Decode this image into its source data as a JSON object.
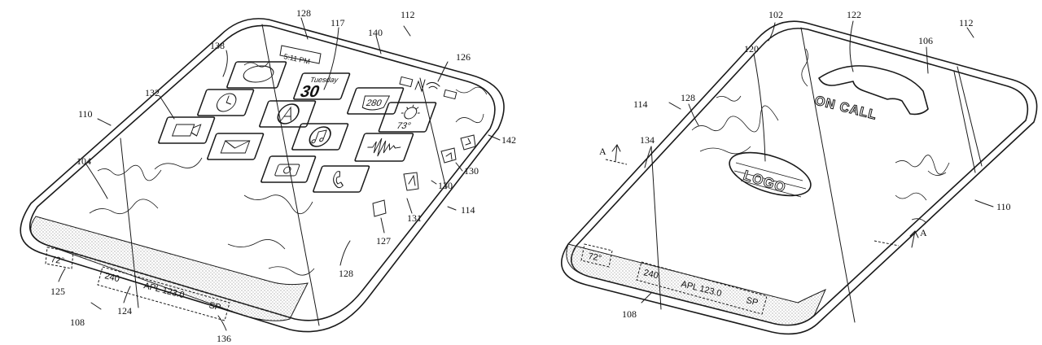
{
  "left_figure": {
    "refs": {
      "r128_top": "128",
      "r117": "117",
      "r112": "112",
      "r138": "138",
      "r140": "140",
      "r126": "126",
      "r132": "132",
      "r110": "110",
      "r142": "142",
      "r104": "104",
      "r130a": "130",
      "r130b": "130",
      "r114": "114",
      "r131": "131",
      "r127": "127",
      "r128_bottom": "128",
      "r125": "125",
      "r124": "124",
      "r108": "108",
      "r136": "136"
    },
    "screen": {
      "time": "5:11 PM",
      "day": "Tuesday",
      "date": "30",
      "highway": "280",
      "temp_weather": "73°",
      "temp_strip": "72°",
      "ticker_left": "240",
      "ticker_main": "APL 123.0",
      "ticker_right": "SP"
    }
  },
  "right_figure": {
    "refs": {
      "r102": "102",
      "r122": "122",
      "r112": "112",
      "r120": "120",
      "r106": "106",
      "r114": "114",
      "r128": "128",
      "r134": "134",
      "r_a_left": "A",
      "r110": "110",
      "r_a_right": "A",
      "r108": "108"
    },
    "screen": {
      "on_call": "ON CALL",
      "logo": "LOGO",
      "temp_strip": "72°",
      "ticker_left": "240",
      "ticker_main": "APL 123.0",
      "ticker_right": "SP"
    }
  }
}
